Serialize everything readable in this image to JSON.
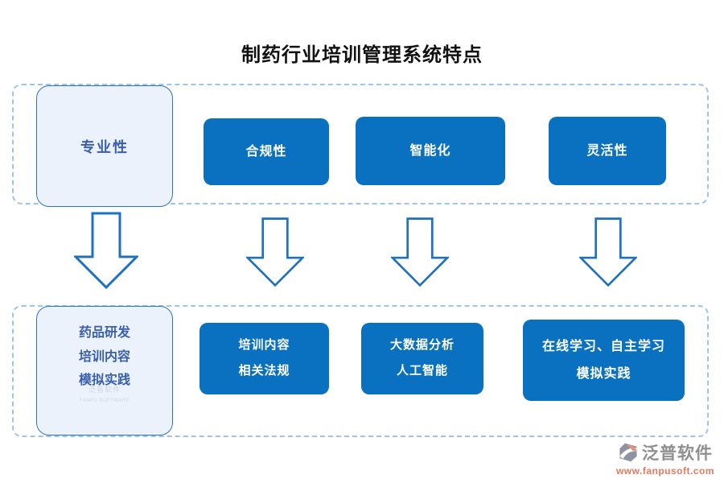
{
  "title": "制药行业培训管理系统特点",
  "colors": {
    "box_blue": "#0a70c0",
    "light_box_fill": "#ebf2fb",
    "light_box_border": "#2d73c5",
    "light_box_text": "#3a5fad",
    "dashed_border": "#9cc5e9",
    "arrow_stroke": "#1e71c1",
    "footer_gray": "#8f8f8f",
    "footer_orange": "#e4795f"
  },
  "top_row": {
    "items": [
      {
        "label": "专业性",
        "variant": "light"
      },
      {
        "label": "合规性",
        "variant": "blue"
      },
      {
        "label": "智能化",
        "variant": "blue"
      },
      {
        "label": "灵活性",
        "variant": "blue"
      }
    ]
  },
  "bottom_row": {
    "items": [
      {
        "variant": "light",
        "lines": [
          "药品研发",
          "培训内容",
          "模拟实践"
        ]
      },
      {
        "variant": "blue",
        "lines": [
          "培训内容",
          "相关法规"
        ]
      },
      {
        "variant": "blue",
        "lines": [
          "大数据分析",
          "人工智能"
        ]
      },
      {
        "variant": "blue",
        "lines": [
          "在线学习、自主学习",
          "模拟实践"
        ]
      }
    ]
  },
  "watermark": {
    "cn": "泛普软件",
    "en": "FANPU SOFTWARE"
  },
  "footer": {
    "brand": "泛普软件",
    "url": "www.fanpusoft.com"
  }
}
